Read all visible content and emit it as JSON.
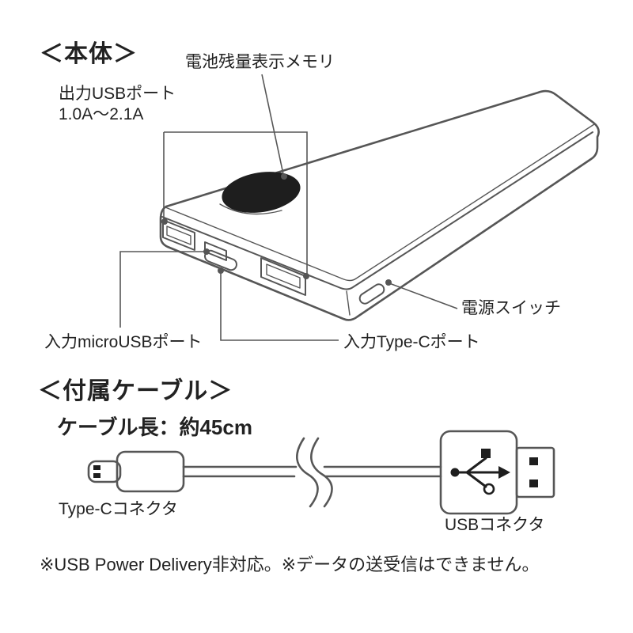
{
  "diagram": {
    "device_section": {
      "heading": "＜本体＞",
      "labels": {
        "battery_indicator": "電池残量表示メモリ",
        "output_usb_port_line1": "出力USBポート",
        "output_usb_port_line2": "1.0A～2.1A",
        "power_switch": "電源スイッチ",
        "input_micro_usb_port": "入力microUSBポート",
        "input_type_c_port": "入力Type-Cポート"
      }
    },
    "cable_section": {
      "heading": "＜付属ケーブル＞",
      "cable_length": "ケーブル長：約45cm",
      "labels": {
        "type_c_connector": "Type-Cコネクタ",
        "usb_connector": "USBコネクタ"
      }
    },
    "footnote": "※USB Power Delivery非対応。※データの送受信はできません。"
  },
  "colors": {
    "line": "#565656",
    "text": "#222222",
    "display_fill": "#1e1e1e",
    "background": "#ffffff"
  }
}
